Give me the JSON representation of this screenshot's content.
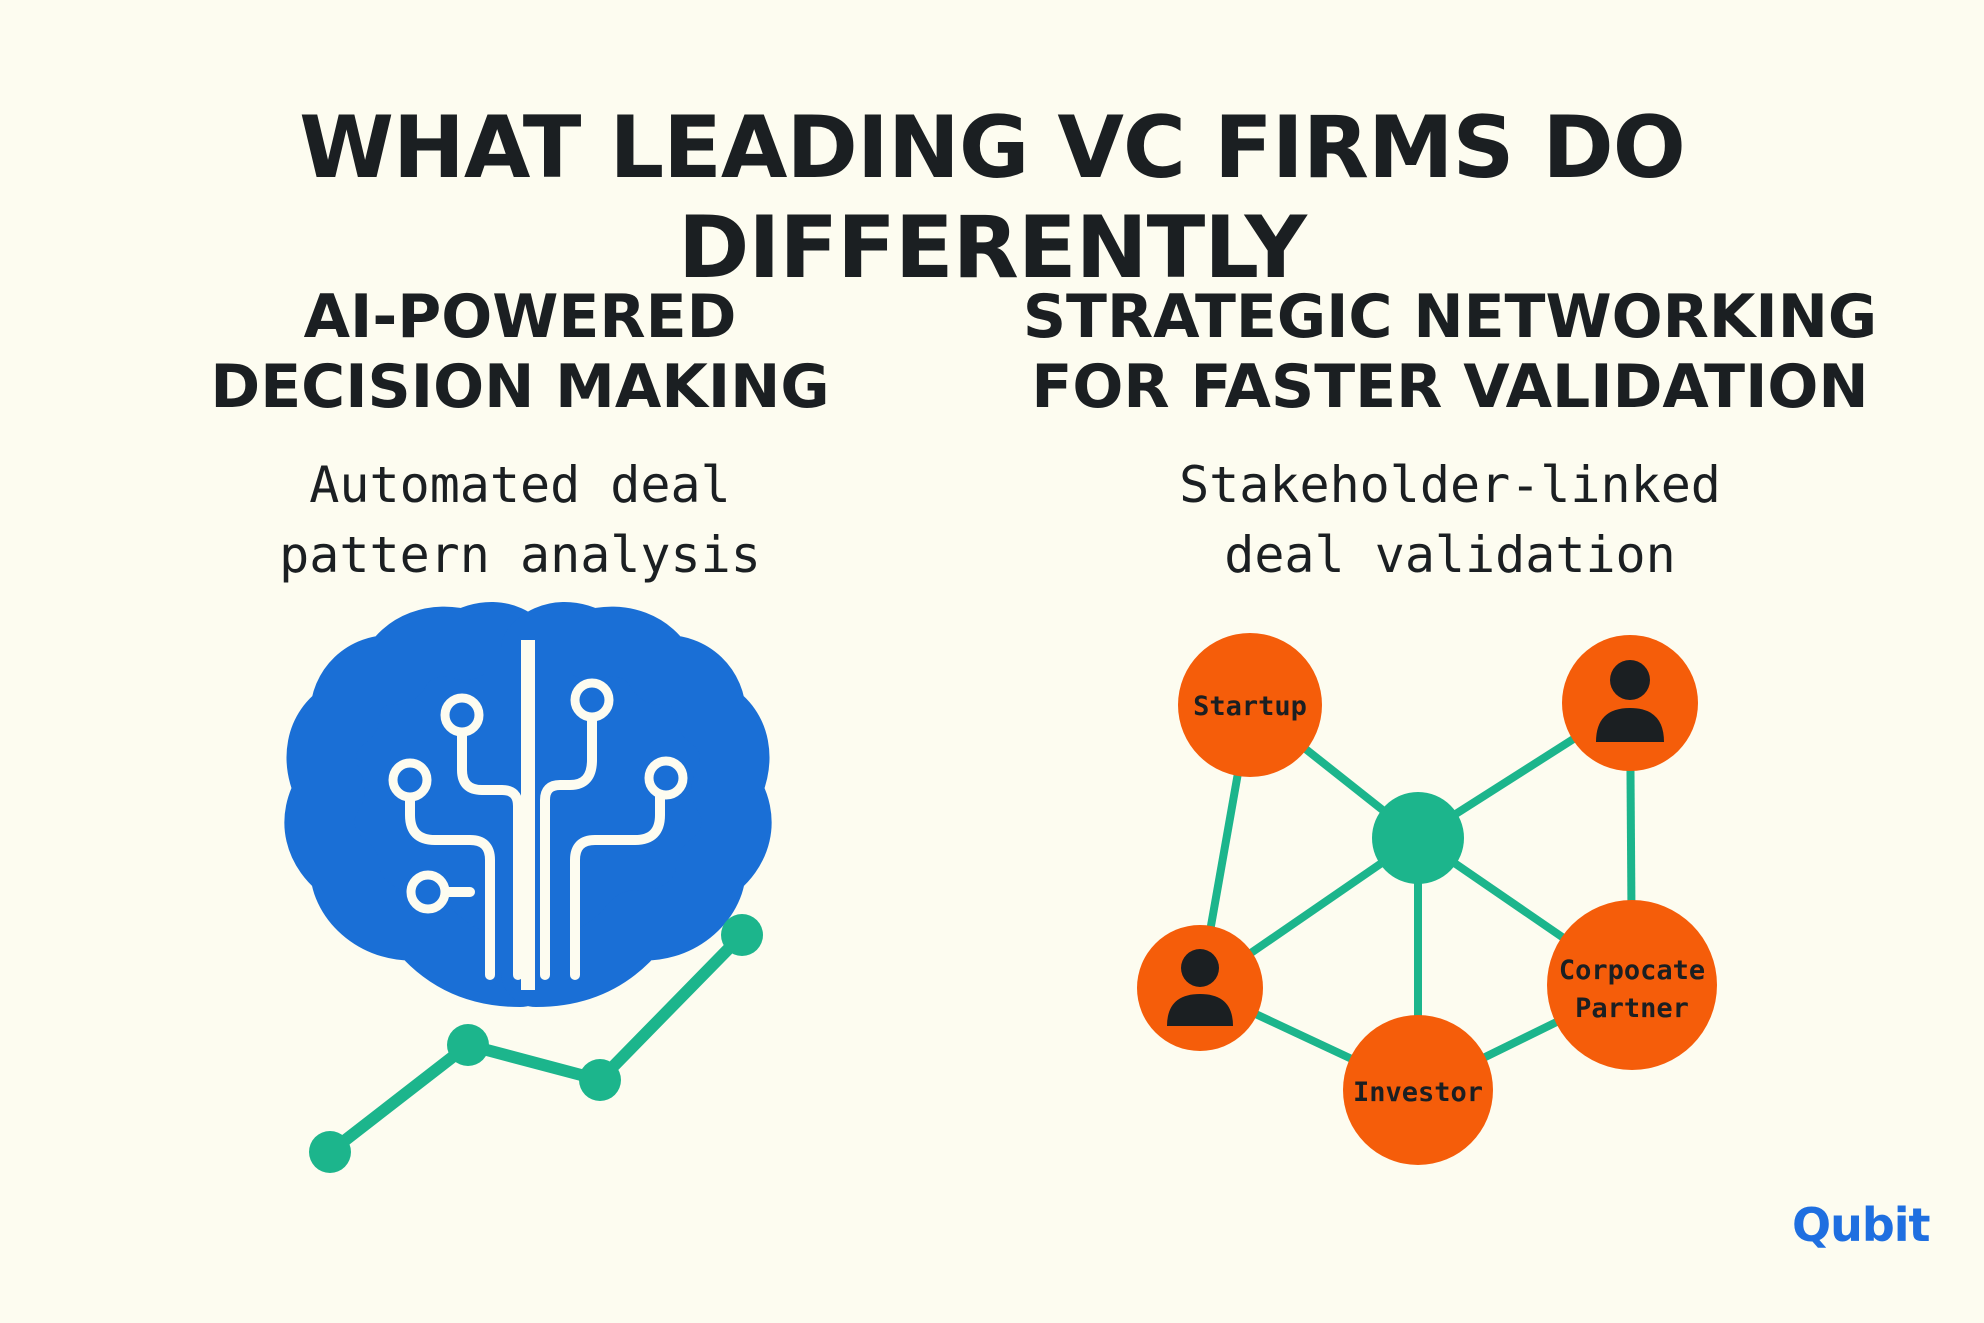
{
  "title": "WHAT LEADING VC FIRMS DO DIFFERENTLY",
  "left": {
    "heading_line1": "AI-POWERED",
    "heading_line2": "DECISION MAKING",
    "sub_line1": "Automated deal",
    "sub_line2": "pattern analysis"
  },
  "right": {
    "heading_line1": "STRATEGIC NETWORKING",
    "heading_line2": "FOR FASTER VALIDATION",
    "sub_line1": "Stakeholder-linked",
    "sub_line2": "deal validation"
  },
  "network": {
    "startup": "Startup",
    "investor": "Investor",
    "partner_line1": "Corpocate",
    "partner_line2": "Partner"
  },
  "logo": {
    "q": "Q",
    "rest": "ubit"
  },
  "colors": {
    "background": "#fdfcf0",
    "brain": "#1a6fd6",
    "trend": "#1cb58c",
    "node": "#f55d0a",
    "hub": "#1cb58c",
    "logo": "#1f6fe0"
  },
  "icons": [
    "brain-icon",
    "trend-line-icon",
    "person-icon"
  ]
}
